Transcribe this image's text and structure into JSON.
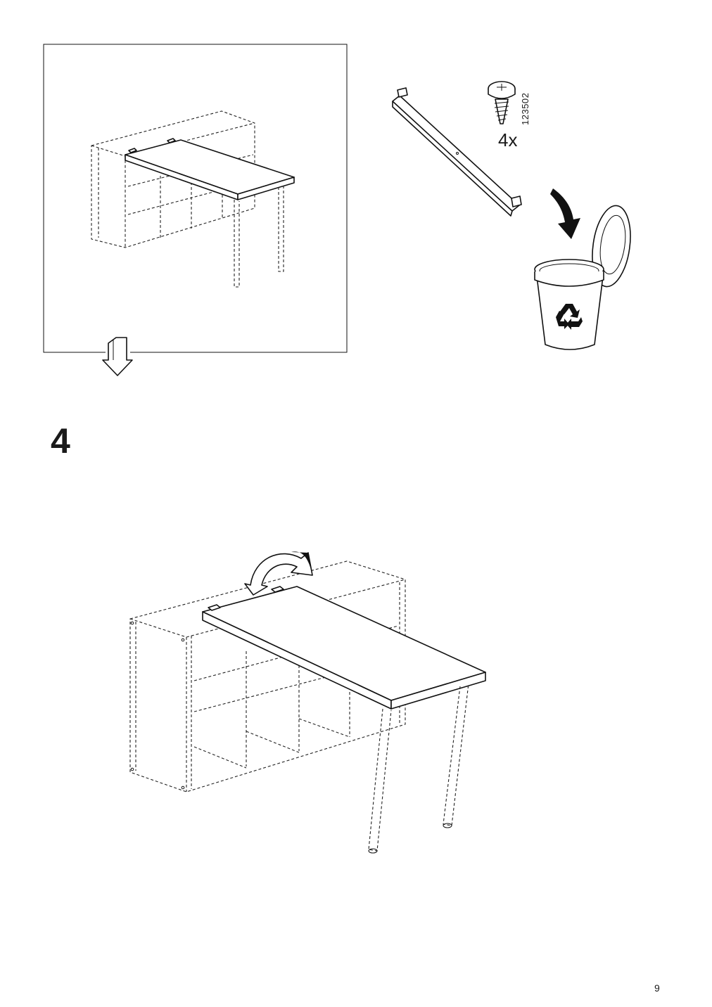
{
  "step": {
    "number": "4"
  },
  "hardware": {
    "quantity": "4x",
    "part_number": "123502"
  },
  "page": {
    "number": "9"
  },
  "icons": {
    "recycle": "recycle-icon",
    "next_arrow": "down-arrow-icon",
    "rotate_arrow": "rotate-arrow-icon"
  }
}
